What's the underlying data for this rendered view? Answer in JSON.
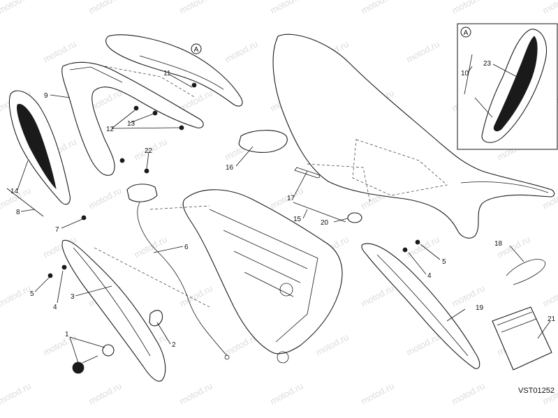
{
  "diagram": {
    "reference_code": "VST01252",
    "watermark_text": "motod.ru",
    "detail_marker": "A",
    "detail_view_label": "A",
    "callouts": [
      "1",
      "2",
      "3",
      "4",
      "4",
      "5",
      "5",
      "6",
      "7",
      "8",
      "9",
      "10",
      "11",
      "12",
      "13",
      "14",
      "15",
      "16",
      "17",
      "18",
      "19",
      "20",
      "21",
      "22",
      "23"
    ]
  }
}
